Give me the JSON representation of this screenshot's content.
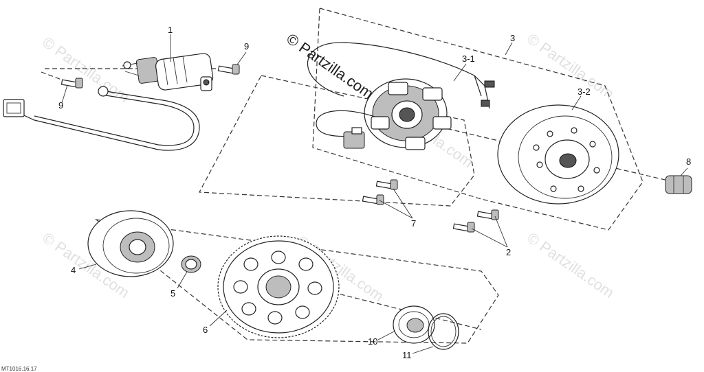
{
  "watermarks": {
    "main": "© Partzilla.com",
    "faded": [
      "© Partzilla.com",
      "© Partzilla.com",
      "© Partzilla.com",
      "© Partzilla.com",
      "© Partzilla.com",
      "© Partzilla.com"
    ]
  },
  "diagram_code": "MT1016.16.17",
  "callouts": [
    {
      "id": "c1",
      "label": "1"
    },
    {
      "id": "c9a",
      "label": "9"
    },
    {
      "id": "c9b",
      "label": "9"
    },
    {
      "id": "c3",
      "label": "3"
    },
    {
      "id": "c3-1",
      "label": "3-1"
    },
    {
      "id": "c3-2",
      "label": "3-2"
    },
    {
      "id": "c8",
      "label": "8"
    },
    {
      "id": "c7",
      "label": "7"
    },
    {
      "id": "c2",
      "label": "2"
    },
    {
      "id": "c4",
      "label": "4"
    },
    {
      "id": "c5",
      "label": "5"
    },
    {
      "id": "c6",
      "label": "6"
    },
    {
      "id": "c10",
      "label": "10"
    },
    {
      "id": "c11",
      "label": "11"
    }
  ]
}
